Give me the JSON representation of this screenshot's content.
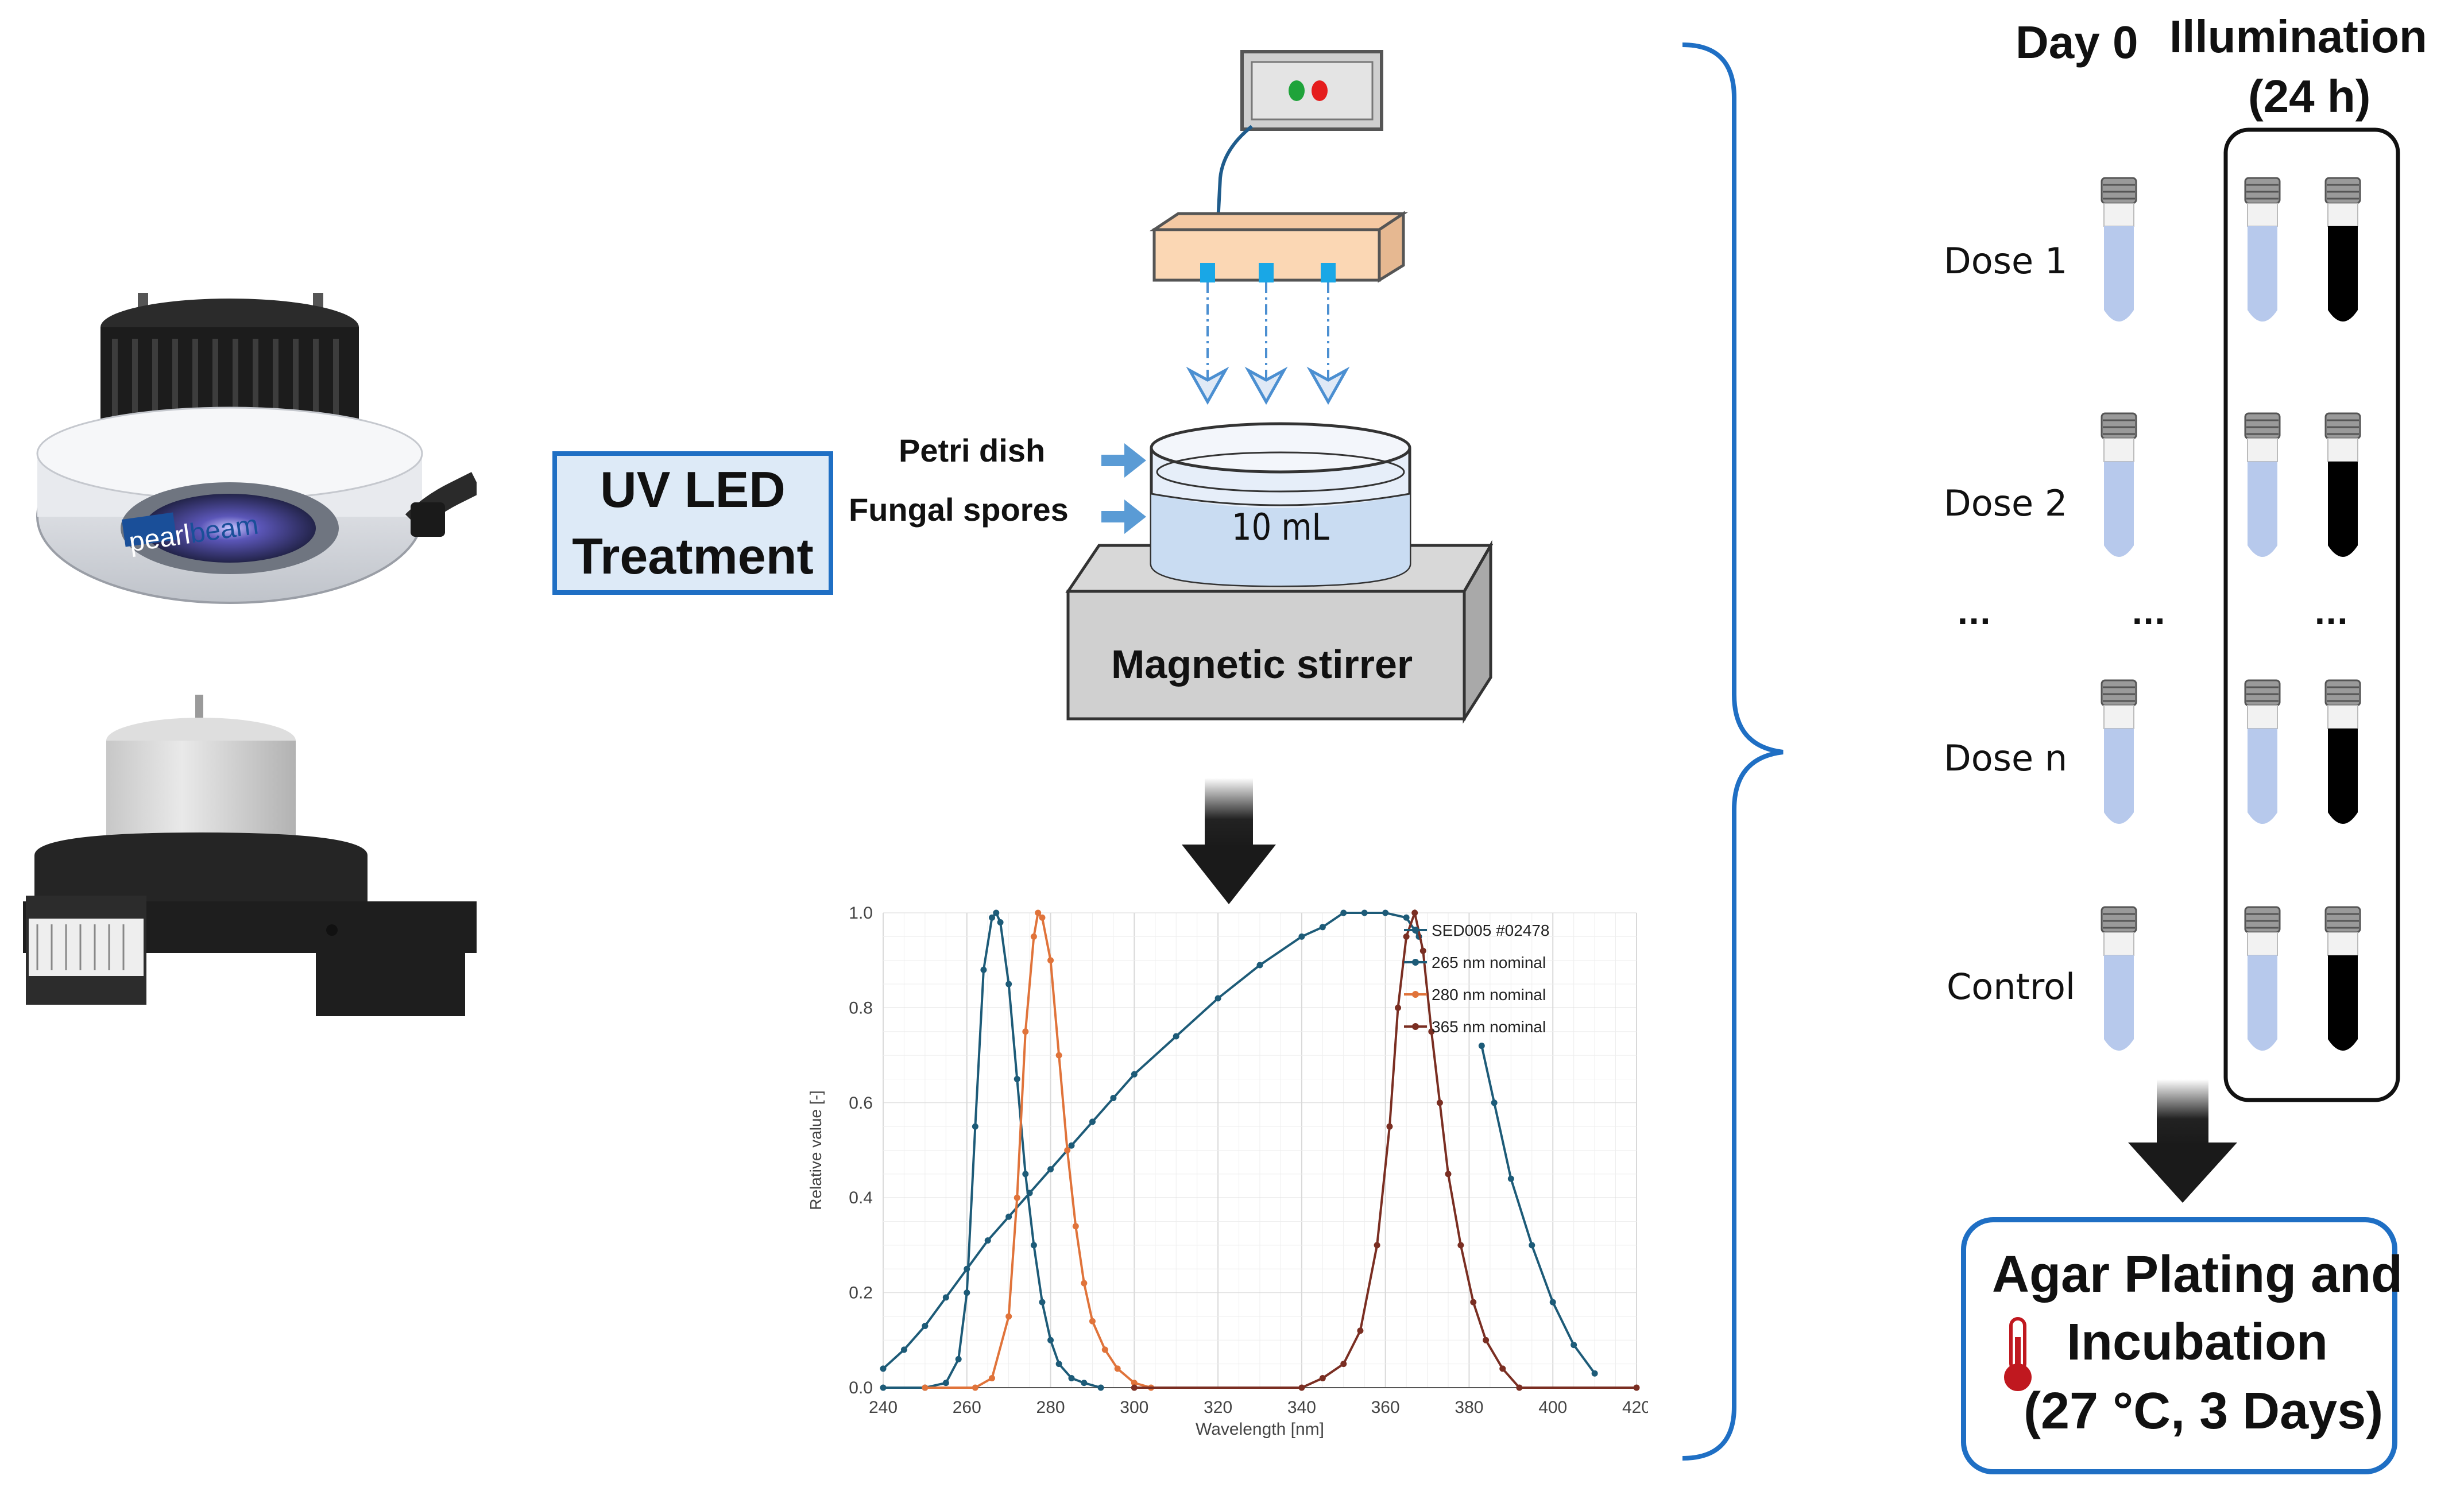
{
  "uv_box": {
    "line1": "UV LED",
    "line2": "Treatment"
  },
  "device": {
    "brand_left": "pearl",
    "brand_right": "beam"
  },
  "setup": {
    "petri_label": "Petri dish",
    "spores_label": "Fungal spores",
    "volume": "10 mL",
    "stirrer": "Magnetic stirrer"
  },
  "tubes": {
    "header_day0": "Day 0",
    "header_illum1": "Illumination",
    "header_illum2": "(24 h)",
    "rows": [
      "Dose 1",
      "Dose 2",
      "Dose n",
      "Control"
    ],
    "ellipsis": "..."
  },
  "agar": {
    "line1": "Agar Plating and",
    "line2": "Incubation",
    "line3": "(27 °C, 3 Days)"
  },
  "colors": {
    "accent": "#1f6fc4",
    "tube_liquid": "#b7c9ec",
    "tube_dark": "#000000",
    "s265": "#1d5b78",
    "s280": "#e0733a",
    "s365": "#7a2e22"
  },
  "chart_data": {
    "type": "line",
    "xlabel": "Wavelength [nm]",
    "ylabel": "Relative value [-]",
    "xlim": [
      240,
      420
    ],
    "ylim": [
      0,
      1.0
    ],
    "xticks": [
      240,
      260,
      280,
      300,
      320,
      340,
      360,
      380,
      400,
      420
    ],
    "yticks": [
      "0.0",
      "0.2",
      "0.4",
      "0.6",
      "0.8",
      "1.0"
    ],
    "grid": true,
    "legend_position": "top-right",
    "series": [
      {
        "name": "SED005 #02478",
        "color": "#1d5b78",
        "x": [
          240,
          245,
          250,
          255,
          260,
          265,
          270,
          275,
          280,
          285,
          290,
          295,
          300,
          310,
          320,
          330,
          340,
          345,
          350,
          355,
          360,
          365,
          368
        ],
        "y": [
          0.04,
          0.08,
          0.13,
          0.19,
          0.25,
          0.31,
          0.36,
          0.41,
          0.46,
          0.51,
          0.56,
          0.61,
          0.66,
          0.74,
          0.82,
          0.89,
          0.95,
          0.97,
          1.0,
          1.0,
          1.0,
          0.99,
          0.95
        ]
      },
      {
        "name": "265 nm nominal",
        "color": "#1d5b78",
        "x": [
          240,
          250,
          255,
          258,
          260,
          262,
          264,
          266,
          267,
          268,
          270,
          272,
          274,
          276,
          278,
          280,
          282,
          285,
          288,
          292
        ],
        "y": [
          0.0,
          0.0,
          0.01,
          0.06,
          0.2,
          0.55,
          0.88,
          0.99,
          1.0,
          0.98,
          0.85,
          0.65,
          0.45,
          0.3,
          0.18,
          0.1,
          0.05,
          0.02,
          0.01,
          0.0
        ]
      },
      {
        "name": "280 nm nominal",
        "color": "#e0733a",
        "x": [
          250,
          262,
          266,
          270,
          272,
          274,
          276,
          277,
          278,
          280,
          282,
          284,
          286,
          288,
          290,
          293,
          296,
          300,
          304
        ],
        "y": [
          0.0,
          0.0,
          0.02,
          0.15,
          0.4,
          0.75,
          0.95,
          1.0,
          0.99,
          0.9,
          0.7,
          0.5,
          0.34,
          0.22,
          0.14,
          0.08,
          0.04,
          0.01,
          0.0
        ]
      },
      {
        "name": "365 nm nominal",
        "color": "#7a2e22",
        "x": [
          300,
          340,
          345,
          350,
          354,
          358,
          361,
          363,
          365,
          367,
          369,
          371,
          373,
          375,
          378,
          381,
          384,
          388,
          392,
          420
        ],
        "y": [
          0.0,
          0.0,
          0.02,
          0.05,
          0.12,
          0.3,
          0.55,
          0.8,
          0.95,
          1.0,
          0.92,
          0.75,
          0.6,
          0.45,
          0.3,
          0.18,
          0.1,
          0.04,
          0.0,
          0.0
        ]
      },
      {
        "name": "",
        "color": "#1d5b78",
        "x": [
          383,
          386,
          390,
          395,
          400,
          405,
          410
        ],
        "y": [
          0.72,
          0.6,
          0.44,
          0.3,
          0.18,
          0.09,
          0.03
        ]
      }
    ]
  }
}
